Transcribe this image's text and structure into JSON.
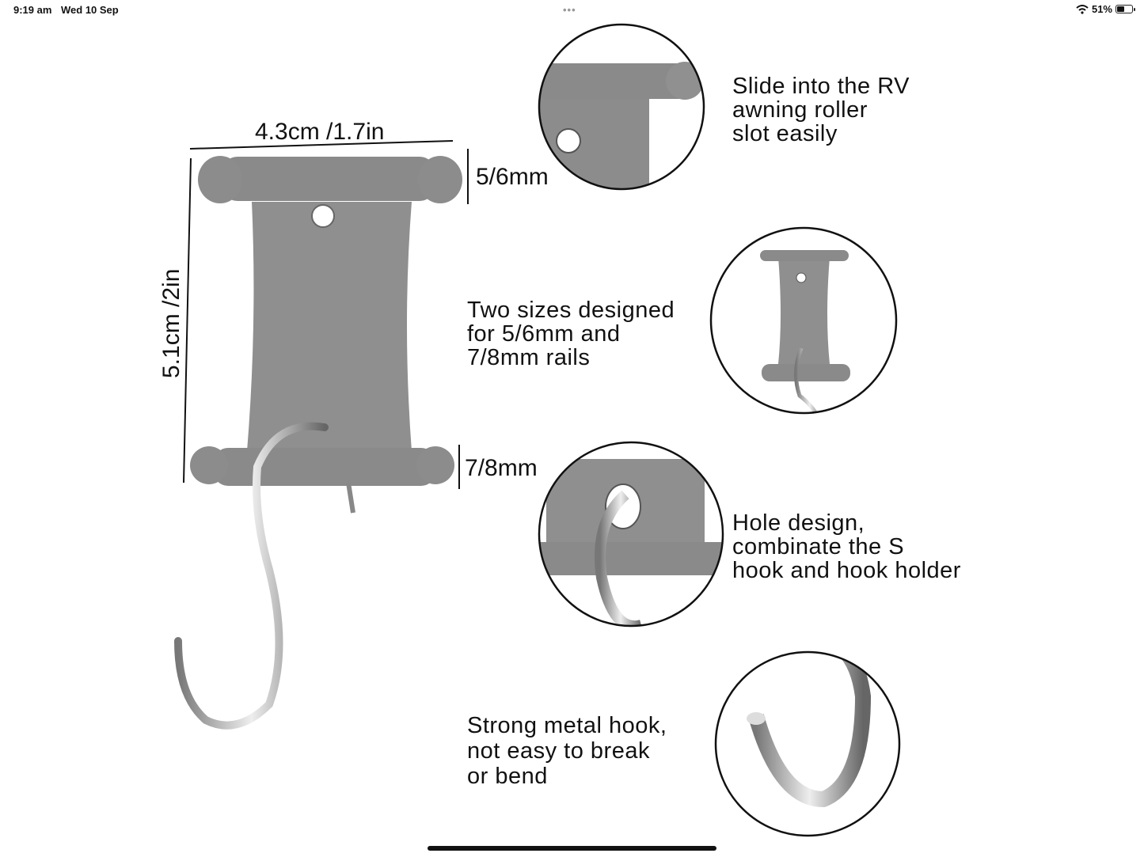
{
  "status_bar": {
    "time": "9:19 am",
    "date": "Wed 10 Sep",
    "battery": "51%",
    "battery_level": 0.51,
    "multitask_dots": "•••"
  },
  "dimensions": {
    "width": "4.3cm /1.7in",
    "height": "5.1cm /2in",
    "top_rail": "5/6mm",
    "bottom_rail": "7/8mm"
  },
  "captions": [
    {
      "lines": [
        "Slide into the RV",
        "awning roller",
        "slot easily"
      ]
    },
    {
      "lines": [
        "Two sizes designed",
        "for 5/6mm and",
        "7/8mm rails"
      ]
    },
    {
      "lines": [
        "Hole design,",
        "combinate the S",
        "hook and hook holder"
      ]
    },
    {
      "lines": [
        "Strong metal hook,",
        "not easy to break",
        "or bend"
      ]
    }
  ],
  "colors": {
    "plastic": "#8f8f8f",
    "plastic_dark": "#6f6f6f",
    "metal": "#b8b8b8"
  }
}
